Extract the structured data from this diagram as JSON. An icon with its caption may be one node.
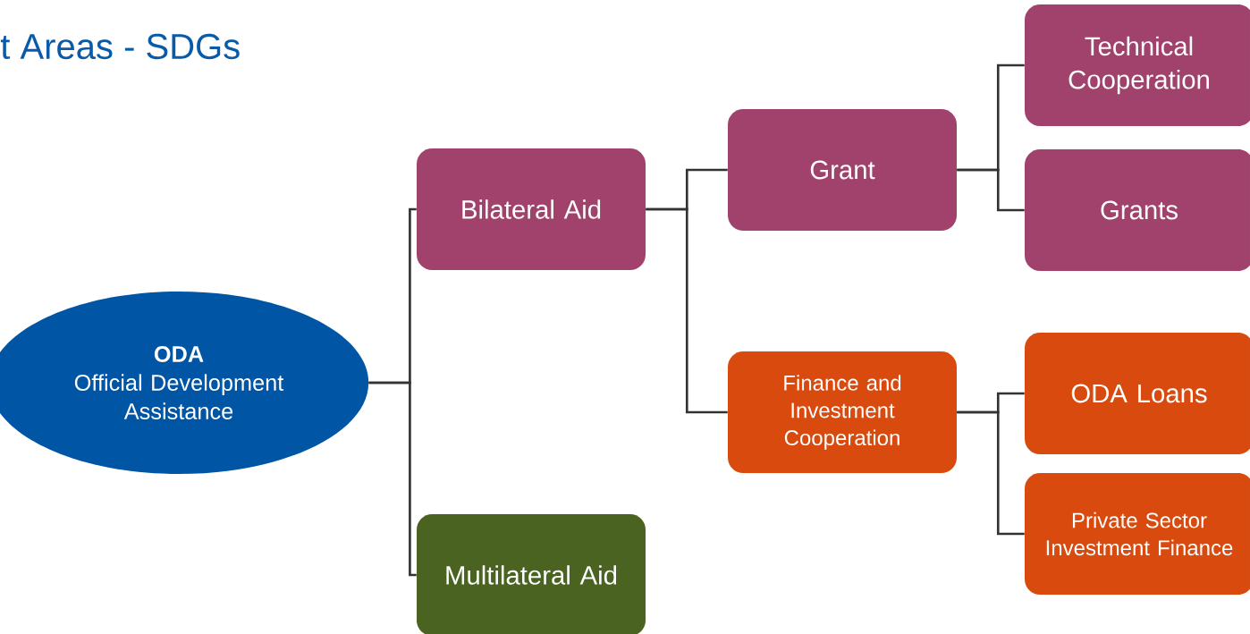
{
  "diagram": {
    "title": "t Areas - SDGs",
    "nodes": [
      {
        "text": [
          "ODA",
          "Official Development Assistance"
        ]
      },
      {
        "text": [
          "Bilateral Aid"
        ]
      },
      {
        "text": [
          "Multilateral Aid"
        ]
      },
      {
        "text": [
          "Grant"
        ]
      },
      {
        "text": [
          "Finance and Investment Cooperation"
        ]
      },
      {
        "text": [
          "Technical Cooperation"
        ]
      },
      {
        "text": [
          "Grants"
        ]
      },
      {
        "text": [
          "ODA Loans"
        ]
      },
      {
        "text": [
          "Private Sector Investment Finance"
        ]
      }
    ],
    "edges": [
      {
        "from": 0,
        "to": 1,
        "arrow": "none"
      },
      {
        "from": 0,
        "to": 2,
        "arrow": "none"
      },
      {
        "from": 1,
        "to": 3,
        "arrow": "none"
      },
      {
        "from": 1,
        "to": 4,
        "arrow": "none"
      },
      {
        "from": 3,
        "to": 5,
        "arrow": "none"
      },
      {
        "from": 3,
        "to": 6,
        "arrow": "none"
      },
      {
        "from": 4,
        "to": 7,
        "arrow": "none"
      },
      {
        "from": 4,
        "to": 8,
        "arrow": "none"
      }
    ]
  }
}
